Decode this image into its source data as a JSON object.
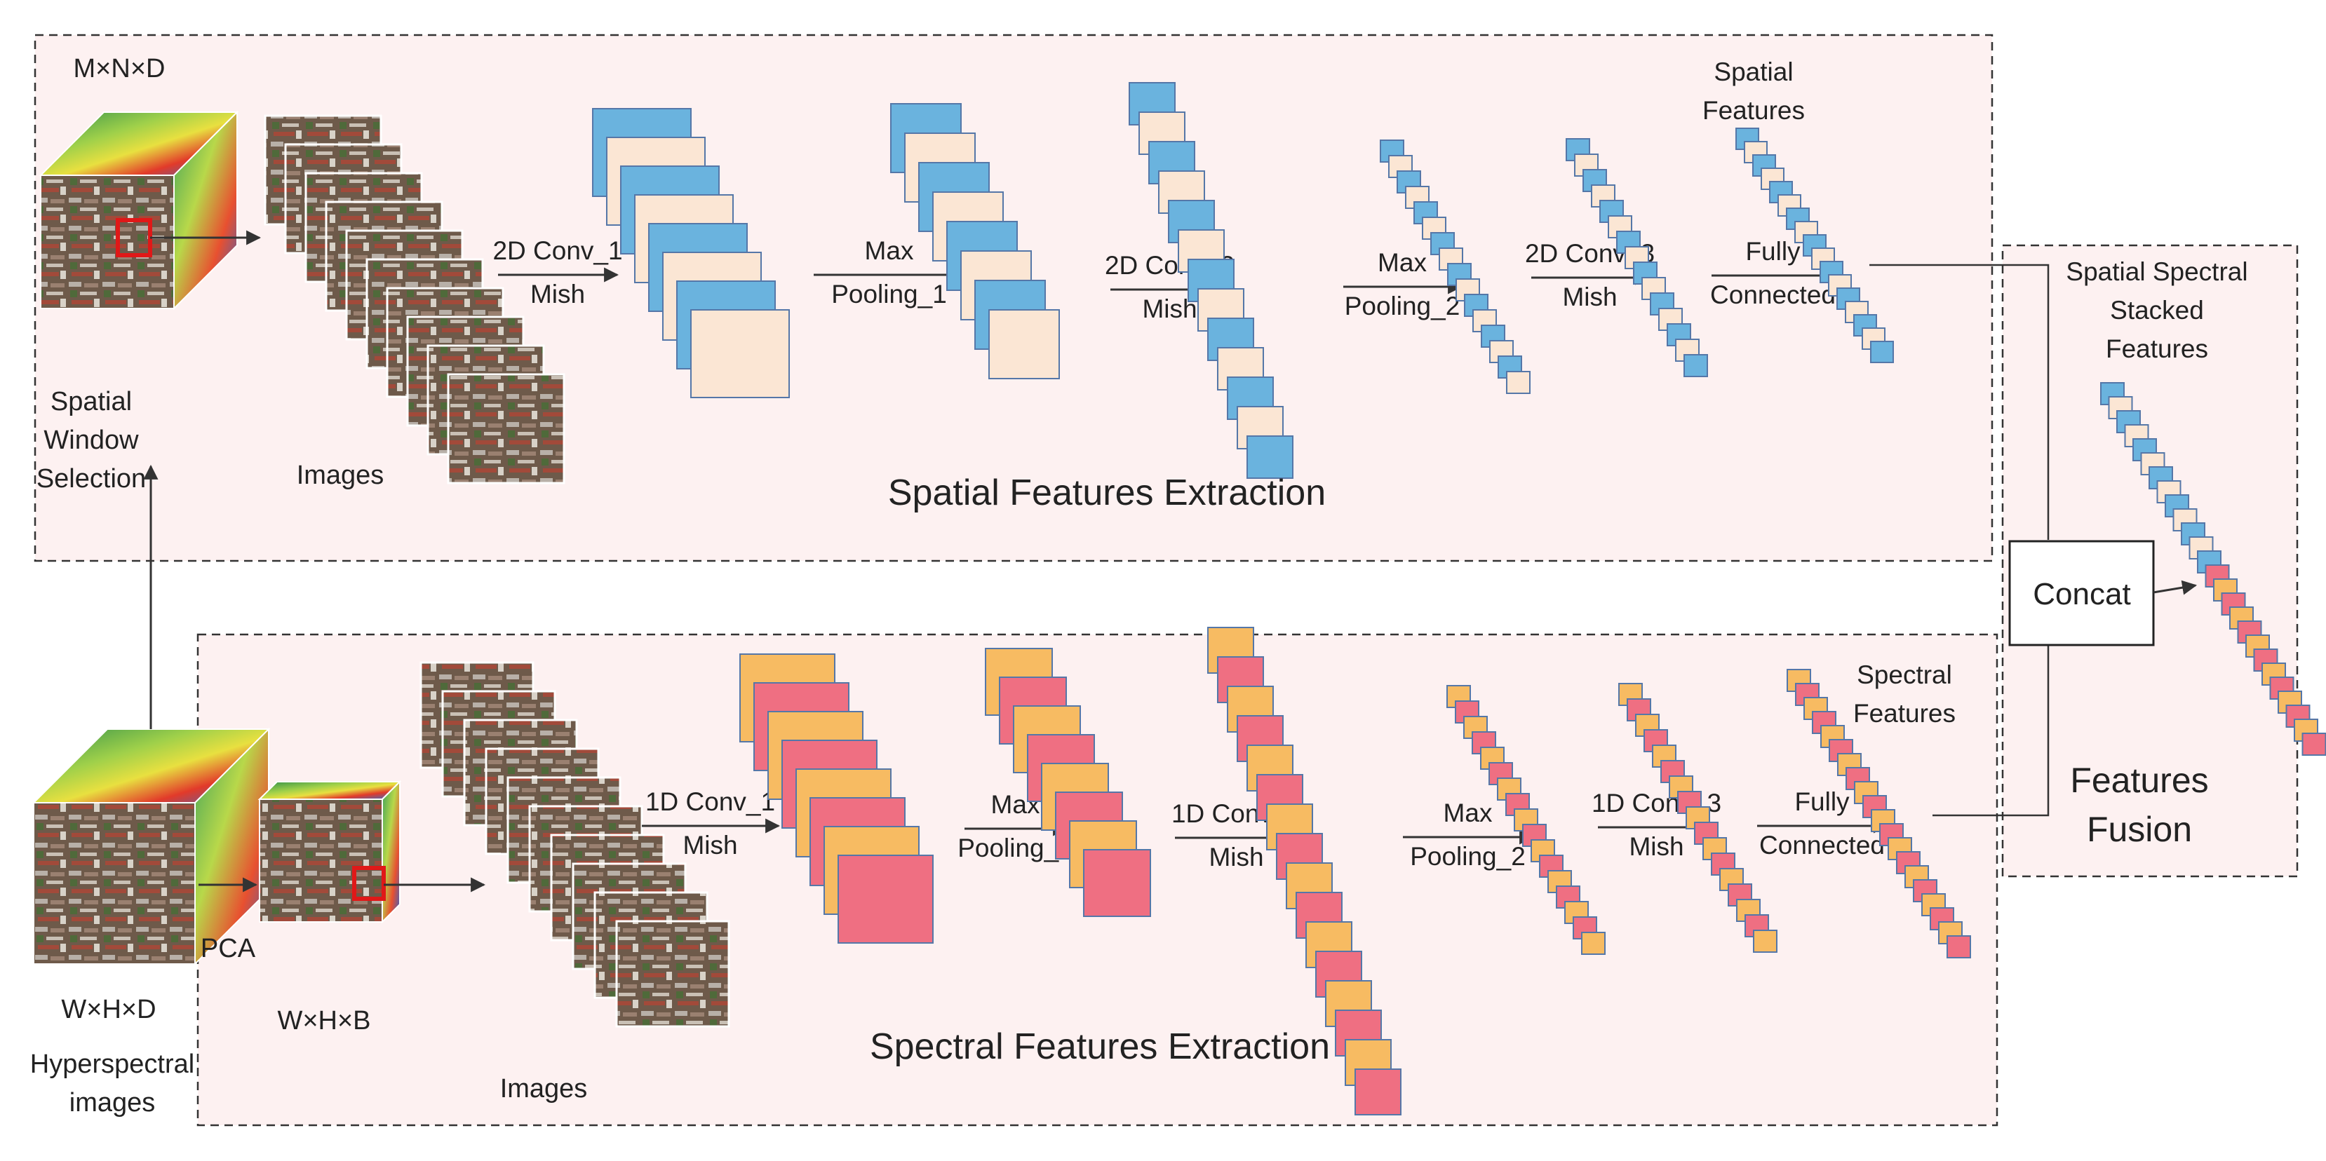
{
  "colors": {
    "panel_bg": "#fdf1f1",
    "blue": "#6ab3de",
    "peach": "#fbe6d4",
    "orange": "#f7bb62",
    "pink": "#ef6f82",
    "edge": "#5577a8",
    "arrow": "#333333"
  },
  "spatial": {
    "cube_label": "M×N×D",
    "window_label": [
      "Spatial",
      "Window",
      "Selection"
    ],
    "images_label": "Images",
    "steps": [
      {
        "top": "2D Conv_1",
        "bottom": "Mish"
      },
      {
        "top": "Max",
        "bottom": "Pooling_1"
      },
      {
        "top": "2D Conv_2",
        "bottom": "Mish"
      },
      {
        "top": "Max",
        "bottom": "Pooling_2"
      },
      {
        "top": "2D Conv_3",
        "bottom": "Mish"
      },
      {
        "top": "Fully",
        "bottom": "Connected"
      }
    ],
    "output_label": [
      "Spatial",
      "Features"
    ],
    "section_title": "Spatial Features Extraction"
  },
  "spectral": {
    "cube_label": "W×H×D",
    "source_label": [
      "Hyperspectral",
      "images"
    ],
    "pca_label": "PCA",
    "reduced_label": "W×H×B",
    "images_label": "Images",
    "steps": [
      {
        "top": "1D Conv_1",
        "bottom": "Mish"
      },
      {
        "top": "Max",
        "bottom": "Pooling_1"
      },
      {
        "top": "1D Conv_2",
        "bottom": "Mish"
      },
      {
        "top": "Max",
        "bottom": "Pooling_2"
      },
      {
        "top": "1D Conv_3",
        "bottom": "Mish"
      },
      {
        "top": "Fully",
        "bottom": "Connected"
      }
    ],
    "output_label": [
      "Spectral",
      "Features"
    ],
    "section_title": "Spectral Features Extraction"
  },
  "fusion": {
    "stacked_label": [
      "Spatial Spectral",
      "Stacked",
      "Features"
    ],
    "concat_label": "Concat",
    "section_title": [
      "Features",
      "Fusion"
    ]
  }
}
